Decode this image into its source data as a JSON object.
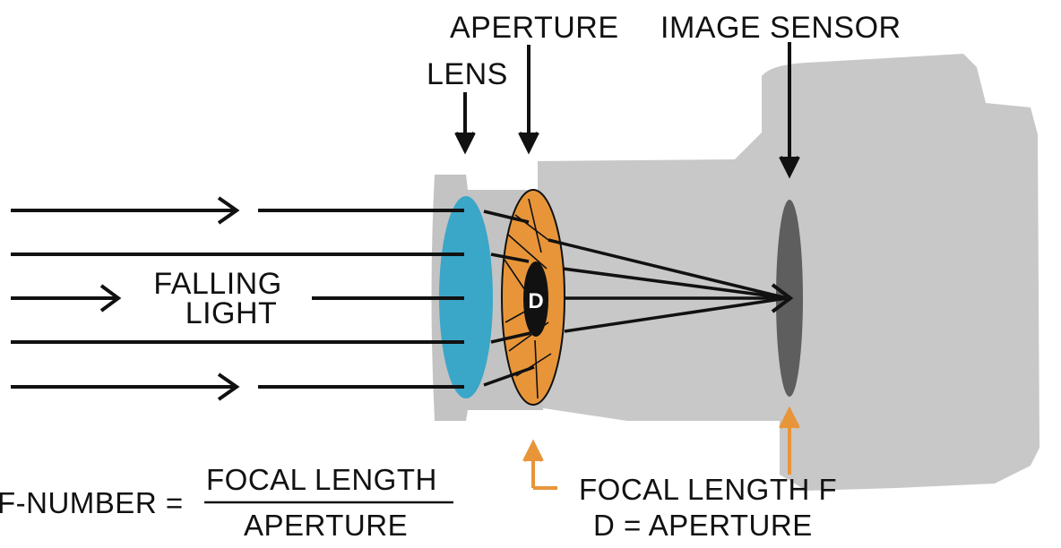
{
  "labels": {
    "aperture": "APERTURE",
    "lens": "LENS",
    "image_sensor": "IMAGE SENSOR",
    "falling_light_1": "FALLING",
    "falling_light_2": "LIGHT",
    "d_mark": "D",
    "focal_length_f": "FOCAL LENGTH F",
    "d_equals_aperture": "D = APERTURE"
  },
  "formula": {
    "lhs": "F-NUMBER =",
    "numerator": "FOCAL LENGTH",
    "denominator": "APERTURE"
  },
  "colors": {
    "camera_body": "#c8c8c8",
    "lens": "#3aa6c8",
    "aperture": "#e8953a",
    "sensor": "#5e5e5e",
    "accent_arrow": "#e8953a",
    "ray": "#111111"
  }
}
